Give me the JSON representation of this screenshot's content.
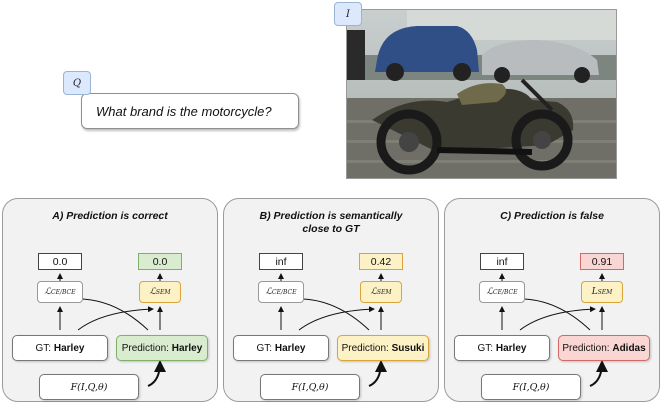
{
  "image_tag": "I",
  "question_tag": "Q",
  "question": "What brand is the motorcycle?",
  "loss_ce_label": "ℒ",
  "loss_ce_sub": "CE/BCE",
  "loss_sem_label": "ℒ",
  "loss_sem_sub": "SEM",
  "loss_sem_label_c": "L",
  "gt_prefix": "GT: ",
  "pred_prefix": "Prediction: ",
  "function_label": "F(I,Q,θ)",
  "panels": [
    {
      "title_line1": "A) Prediction is correct",
      "title_line2": "",
      "ce_value": "0.0",
      "sem_value": "0.0",
      "gt": "Harley",
      "prediction": "Harley",
      "color": "#d9ecd0",
      "border": "#7fb06a"
    },
    {
      "title_line1": "B) Prediction is semantically",
      "title_line2": "close to GT",
      "ce_value": "inf",
      "sem_value": "0.42",
      "gt": "Harley",
      "prediction": "Susuki",
      "color": "#fdf2c6",
      "border": "#d9a53b"
    },
    {
      "title_line1": "C) Prediction is false",
      "title_line2": "",
      "ce_value": "inf",
      "sem_value": "0.91",
      "gt": "Harley",
      "prediction": "Adidas",
      "color": "#f9d6d3",
      "border": "#d16a64"
    }
  ]
}
